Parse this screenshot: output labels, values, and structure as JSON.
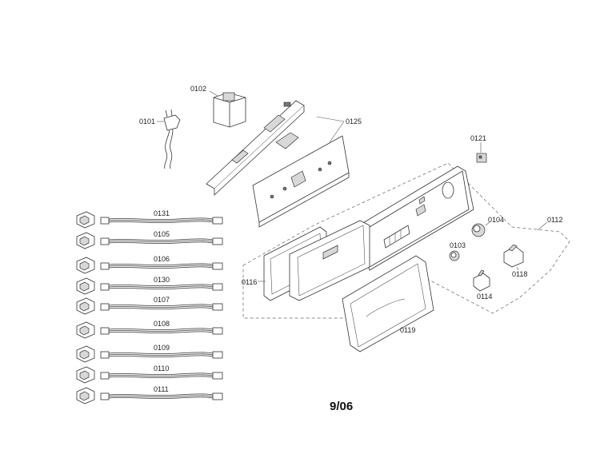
{
  "labels": {
    "p0101": "0101",
    "p0102": "0102",
    "p0125": "0125",
    "p0121": "0121",
    "p0104": "0104",
    "p0112": "0112",
    "p0103": "0103",
    "p0118": "0118",
    "p0114": "0114",
    "p0116": "0116",
    "p0119": "0119"
  },
  "cables": [
    {
      "label": "0131"
    },
    {
      "label": "0105"
    },
    {
      "label": "0106"
    },
    {
      "label": "0130"
    },
    {
      "label": "0107"
    },
    {
      "label": "0108"
    },
    {
      "label": "0109"
    },
    {
      "label": "0110"
    },
    {
      "label": "0111"
    }
  ],
  "page_number": "9/06"
}
